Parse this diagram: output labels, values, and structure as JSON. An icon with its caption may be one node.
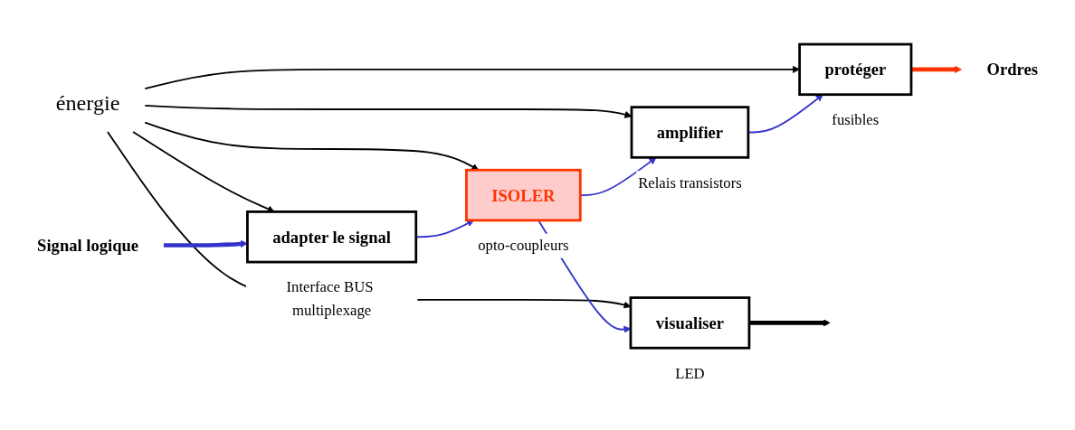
{
  "diagram": {
    "nodes": [
      {
        "text": [
          "énergie"
        ]
      },
      {
        "text": [
          "Signal logique"
        ]
      },
      {
        "text": [
          "adapter le signal"
        ],
        "beside": [
          "Interface BUS multiplexage"
        ]
      },
      {
        "text": [
          "ISOLER"
        ],
        "beside": [
          "opto-coupleurs"
        ]
      },
      {
        "text": [
          "visualiser"
        ],
        "beside": [
          "LED"
        ]
      },
      {
        "text": [
          "amplifier"
        ],
        "beside": [
          "Relais transistors"
        ]
      },
      {
        "text": [
          "protéger"
        ],
        "beside": [
          "fusibles"
        ]
      },
      {
        "text": [
          "Ordres"
        ]
      }
    ],
    "edges": [
      {
        "from": 0,
        "to": 2,
        "arrow": "to"
      },
      {
        "from": 0,
        "to": 4,
        "arrow": "to"
      },
      {
        "from": 0,
        "to": 3,
        "arrow": "to"
      },
      {
        "from": 0,
        "to": 5,
        "arrow": "to"
      },
      {
        "from": 0,
        "to": 6,
        "arrow": "to"
      },
      {
        "from": 1,
        "to": 2,
        "arrow": "to",
        "style": "thick",
        "color": "#3333cc"
      },
      {
        "from": 2,
        "to": 3,
        "arrow": "to",
        "color": "#3333cc"
      },
      {
        "from": 3,
        "to": 4,
        "arrow": "to",
        "color": "#3333cc"
      },
      {
        "from": 3,
        "to": 5,
        "arrow": "to",
        "color": "#3333cc"
      },
      {
        "from": 5,
        "to": 6,
        "arrow": "to",
        "color": "#3333cc"
      },
      {
        "from": 4,
        "to": null,
        "arrow": "to",
        "style": "thick"
      },
      {
        "from": 6,
        "to": 7,
        "arrow": "to",
        "style": "thick",
        "color": "#ff3300"
      }
    ]
  }
}
